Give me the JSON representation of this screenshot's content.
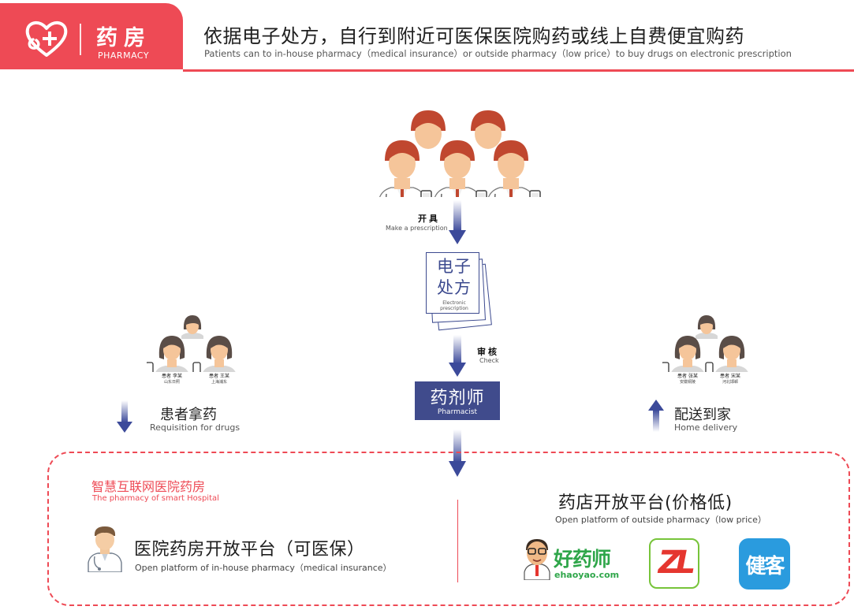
{
  "header": {
    "badge_cn": "药房",
    "badge_en": "PHARMACY",
    "title": "依据电子处方，自行到附近可医保医院购药或线上自费便宜购药",
    "subtitle": "Patients can to in-house pharmacy（medical insurance）or outside pharmacy（low price）to buy drugs on electronic prescription"
  },
  "flow": {
    "make_prescription": {
      "cn": "开具",
      "en": "Make a prescription"
    },
    "prescription": {
      "cn_line1": "电子",
      "cn_line2": "处方",
      "en_line1": "Electronic",
      "en_line2": "prescription"
    },
    "check": {
      "cn": "审核",
      "en": "Check"
    },
    "pharmacist": {
      "cn": "药剂师",
      "en": "Pharmacist"
    },
    "requisition": {
      "cn": "患者拿药",
      "en": "Requisition for drugs"
    },
    "delivery": {
      "cn": "配送到家",
      "en": "Home delivery"
    }
  },
  "patients_left": [
    {
      "name": "患者 李某",
      "location": "山东日照"
    },
    {
      "name": "患者 王某",
      "location": "上海浦东"
    }
  ],
  "patients_right": [
    {
      "name": "患者 张某",
      "location": "安徽铜陵"
    },
    {
      "name": "患者 宋某",
      "location": "河北邯郸"
    }
  ],
  "platforms": {
    "smart_hospital_cn": "智慧互联网医院药房",
    "smart_hospital_en": "The pharmacy of smart Hospital",
    "inhouse_cn": "医院药房开放平台（可医保）",
    "inhouse_en": "Open platform of in-house pharmacy（medical insurance）",
    "outside_cn": "药店开放平台(价格低)",
    "outside_en": "Open platform of outside pharmacy（low price）",
    "logos": {
      "haoyaoshi_cn": "好药师",
      "haoyaoshi_url": "ehaoyao.com",
      "zl_mark": "ZL",
      "jianke": "健客"
    }
  },
  "colors": {
    "brand_red": "#ee4a55",
    "navy": "#404b8c",
    "doctor_hair": "#c0472f",
    "skin": "#f5c59a",
    "green": "#2fa64a",
    "blue": "#2a9bde"
  }
}
